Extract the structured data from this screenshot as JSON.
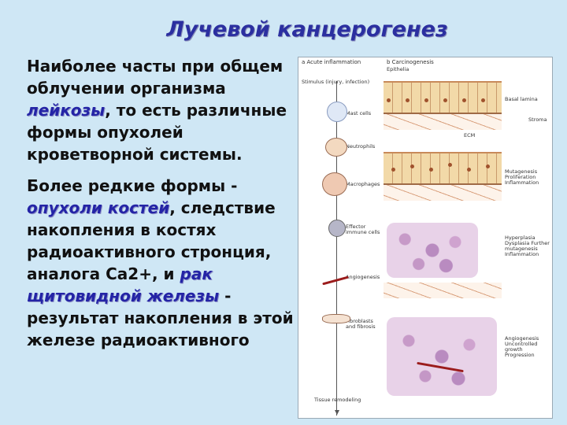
{
  "title": "Лучевой канцерогенез",
  "paragraph1": {
    "before": "Наиболее часты при общем облучении организма ",
    "highlight": "лейкозы",
    "after": ", то есть различные формы опухолей кроветворной системы."
  },
  "paragraph2": {
    "before": "Более редкие формы - ",
    "highlight1": "опухоли костей",
    "middle": ", следствие накопления в костях радиоактивного стронция, аналога Ca2+, и ",
    "highlight2": "рак щитовидной железы",
    "after": " - результат накопления в этой железе радиоактивного"
  },
  "figure": {
    "head_a": "a  Acute inflammation",
    "head_b": "b  Carcinogenesis",
    "left_labels": [
      "Stimulus (injury, infection)",
      "Mast cells",
      "Neutrophils",
      "Macrophages",
      "Effector immune cells",
      "Angiogenesis",
      "Fibroblasts and fibrosis",
      "Tissue remodeling"
    ],
    "right_labels": [
      "Epithelia",
      "Basal lamina",
      "Stroma",
      "ECM",
      "Mutagenesis Proliferation Inflammation",
      "Hyperplasia Dysplasia Further mutagenesis Inflammation",
      "Angiogenesis Uncontrolled growth Progression"
    ]
  }
}
